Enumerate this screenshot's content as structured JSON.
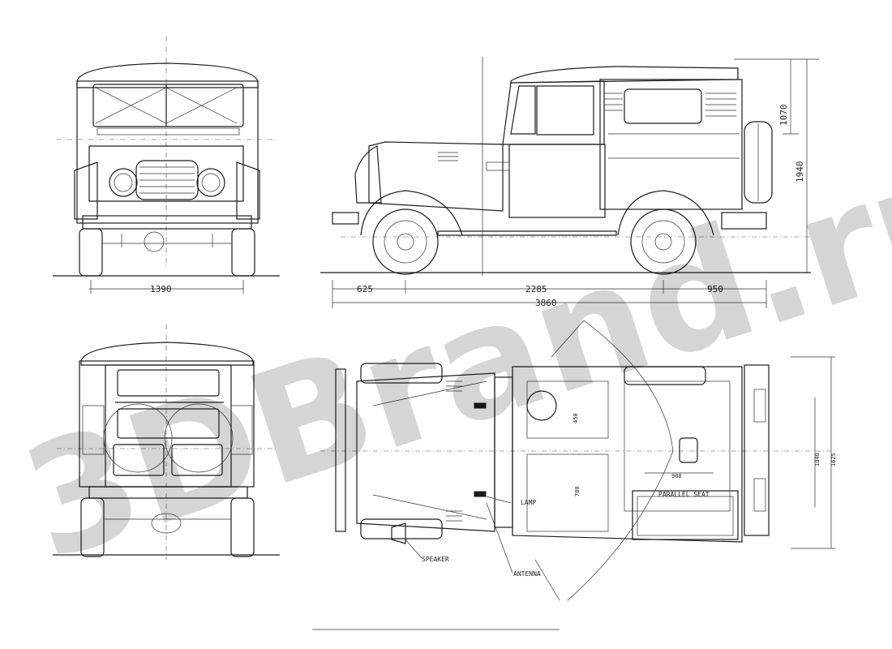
{
  "watermark": "3DBrand.ru",
  "dimensions": {
    "front_track": "1390",
    "front_overhang": "625",
    "wheelbase": "2285",
    "rear_overhang": "950",
    "overall_length": "3860",
    "upper_height": "1070",
    "overall_height": "1940",
    "seat_width": "450",
    "seat_length": "780",
    "seat_span": "900",
    "inner_width": "1040",
    "overall_width": "1625"
  },
  "callouts": {
    "speaker": "SPEAKER",
    "antenna": "ANTENNA",
    "lamp": "LAMP",
    "parallel_seat": "PARALLEL SEAT"
  }
}
